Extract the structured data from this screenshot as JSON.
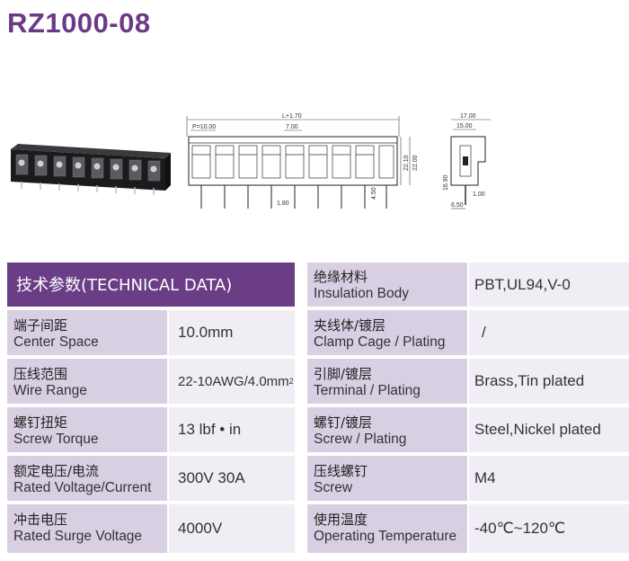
{
  "title": "RZ1000-08",
  "drawing": {
    "total_length": "L+1.70",
    "pitch": "P=10.00",
    "pitch_inner": "7.00",
    "height_outer": "22.10",
    "height_inner": "22.00",
    "pin_gap": "1.80",
    "pin_length": "4.50",
    "side_width_outer": "17.00",
    "side_width_inner": "15.00",
    "side_height": "16.90",
    "side_pin": "1.00",
    "side_base": "6.50"
  },
  "table": {
    "header": "技术参数(TECHNICAL DATA)",
    "left": [
      {
        "zh": "端子间距",
        "en": "Center Space",
        "value": "10.0mm"
      },
      {
        "zh": "压线范围",
        "en": "Wire Range",
        "value": "22-10AWG/4.0mm",
        "sup": "2"
      },
      {
        "zh": "螺钉扭矩",
        "en": "Screw Torque",
        "value": "13 lbf • in"
      },
      {
        "zh": "额定电压/电流",
        "en": "Rated Voltage/Current",
        "value": "300V 30A"
      },
      {
        "zh": "冲击电压",
        "en": "Rated Surge Voltage",
        "value": "4000V"
      }
    ],
    "right": [
      {
        "zh": "绝缘材料",
        "en": "Insulation Body",
        "value": "PBT,UL94,V-0"
      },
      {
        "zh": "夹线体/镀层",
        "en": "Clamp Cage / Plating",
        "value": "/"
      },
      {
        "zh": "引脚/镀层",
        "en": "Terminal / Plating",
        "value": "Brass,Tin plated"
      },
      {
        "zh": "螺钉/镀层",
        "en": "Screw / Plating",
        "value": "Steel,Nickel plated"
      },
      {
        "zh": "压线螺钉",
        "en": "Screw",
        "value": "M4"
      },
      {
        "zh": "使用温度",
        "en": "Operating Temperature",
        "value": "-40℃~120℃"
      }
    ]
  },
  "colors": {
    "title": "#6a3a86",
    "header_bg": "#6a3d86",
    "label_bg": "#d9cfe2",
    "value_bg": "#f1edf5"
  }
}
